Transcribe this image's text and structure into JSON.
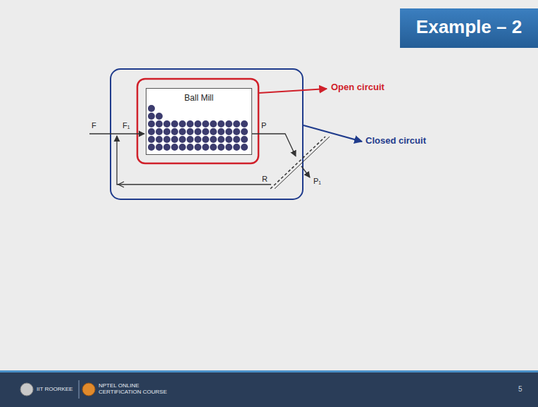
{
  "diagram": {
    "title": "Example – 2",
    "nodes": [
      {
        "text": [
          "Ball Mill"
        ]
      }
    ],
    "labels": [
      "Open circuit",
      "Closed circuit",
      "F",
      "F₁",
      "P",
      "R",
      "P₁",
      "IIT ROORKEE",
      "NPTEL ONLINE CERTIFICATION COURSE",
      "5"
    ]
  }
}
